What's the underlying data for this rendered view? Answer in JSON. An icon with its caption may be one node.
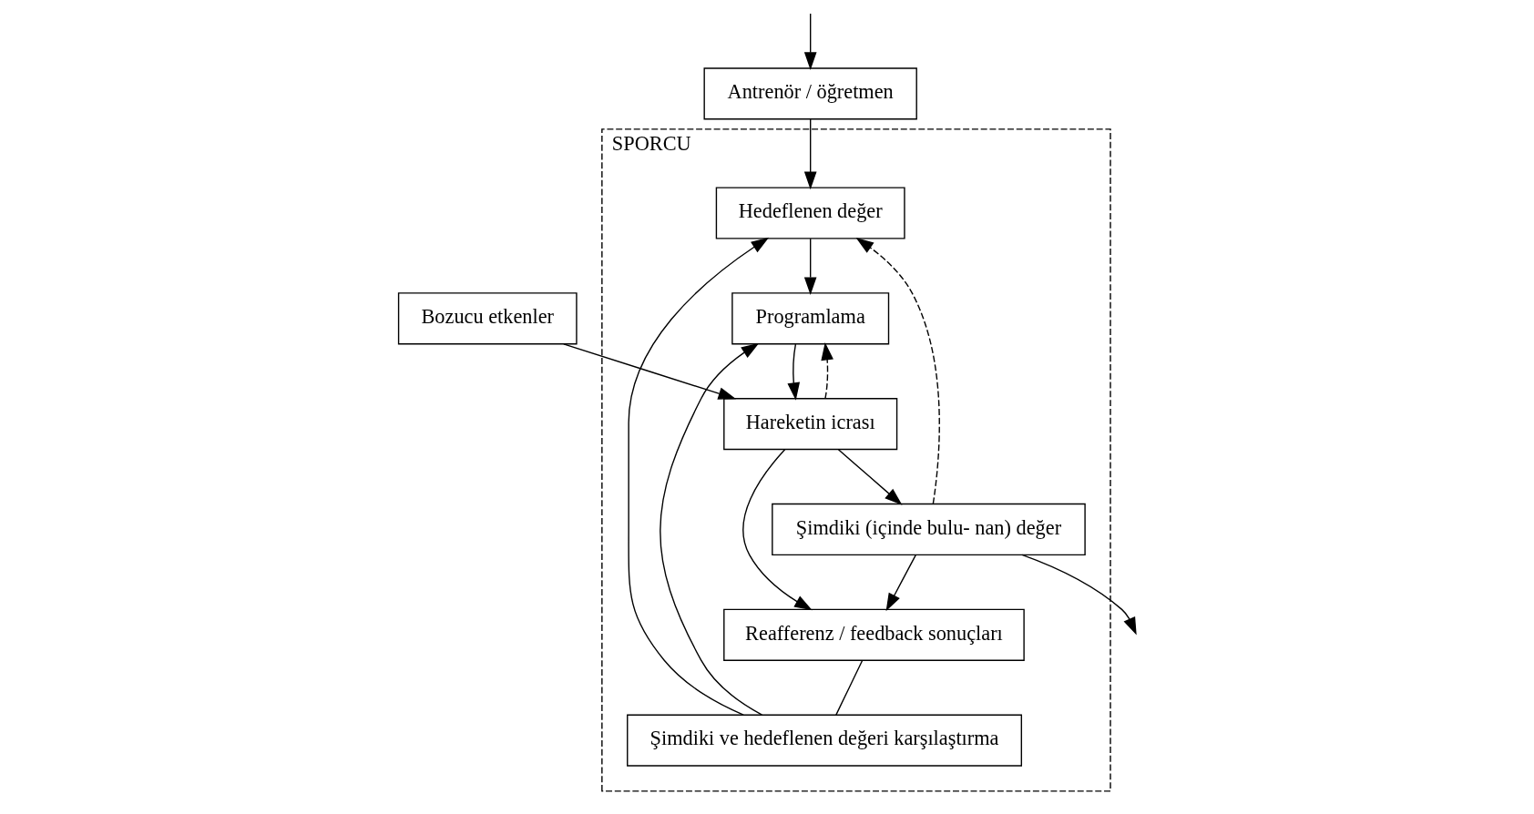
{
  "diagram": {
    "nodes": [
      {
        "text": [
          "Bozucu etkenler"
        ]
      },
      {
        "text": [
          "SPORCU"
        ]
      },
      {
        "text": [
          "Hedeflenen değer"
        ],
        "in": 1
      },
      {
        "text": [
          "Programlama"
        ],
        "in": 1
      },
      {
        "text": [
          "Hareketin icrası"
        ],
        "in": 1
      },
      {
        "text": [
          "Şimdiki (içinde bulu- nan) değer"
        ],
        "in": 1
      },
      {
        "text": [
          "Şimdiki ve hedeflenen değeri karşılaştırma"
        ],
        "in": 1
      },
      {
        "text": [
          "Reafferenz / feedback sonuçları"
        ],
        "in": 1
      },
      {
        "text": [
          "Antrenör / öğretmen"
        ]
      }
    ],
    "edges": [
      {
        "from": 0,
        "to": 4,
        "arrow": "to"
      },
      {
        "from": 2,
        "to": 3,
        "arrow": "to"
      },
      {
        "from": 3,
        "to": 4,
        "arrow": "to"
      },
      {
        "from": 4,
        "to": 5,
        "arrow": "to"
      },
      {
        "from": 5,
        "to": null,
        "arrow": "to"
      },
      {
        "from": null,
        "to": 8,
        "arrow": "to"
      },
      {
        "from": 8,
        "to": 2,
        "arrow": "to"
      },
      {
        "from": 4,
        "to": 7,
        "arrow": "to"
      },
      {
        "from": 5,
        "to": 7,
        "arrow": "to"
      },
      {
        "from": 7,
        "to": 6,
        "arrow": "none"
      },
      {
        "from": 6,
        "to": 2,
        "arrow": "to"
      },
      {
        "from": 6,
        "to": 3,
        "arrow": "to"
      },
      {
        "from": 4,
        "to": 3,
        "arrow": "to",
        "style": "dashed"
      },
      {
        "from": 5,
        "to": 2,
        "arrow": "to",
        "style": "dashed"
      }
    ]
  }
}
